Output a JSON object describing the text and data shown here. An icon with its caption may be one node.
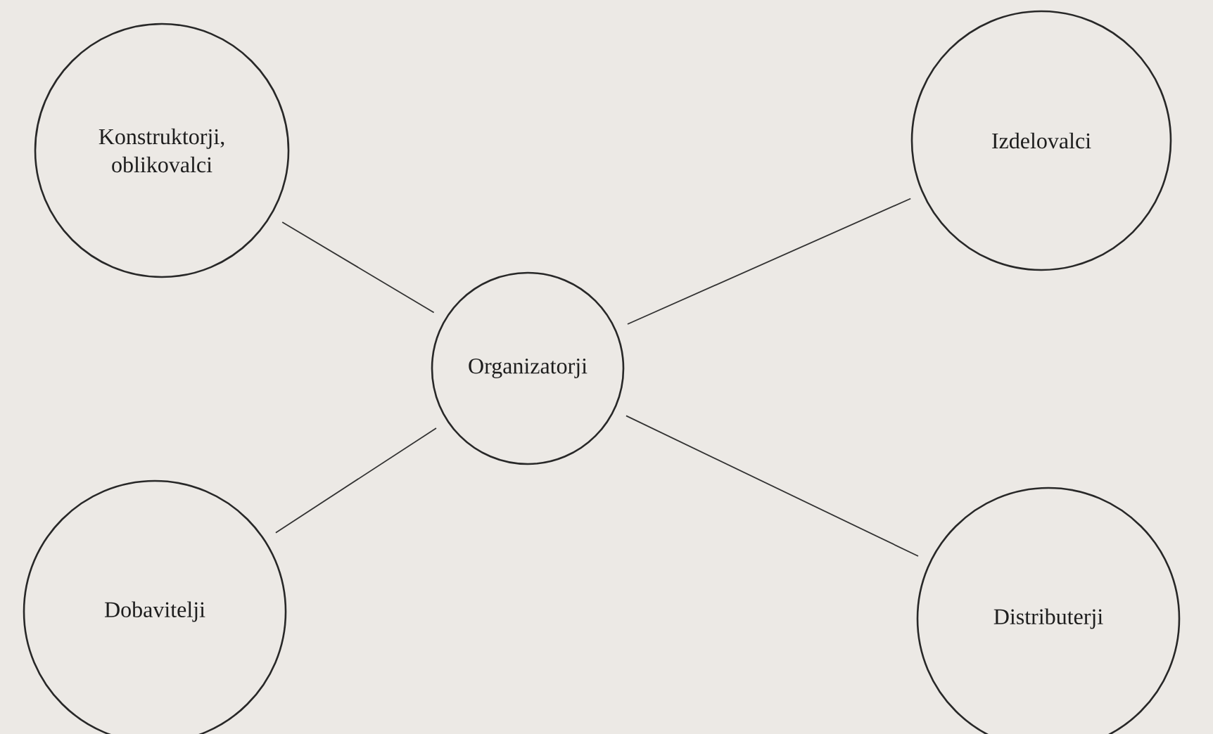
{
  "diagram": {
    "nodes": [
      {
        "text": [
          "Konstruktorji, oblikovalci"
        ]
      },
      {
        "text": [
          "Izdelovalci"
        ]
      },
      {
        "text": [
          "Organizatorji"
        ]
      },
      {
        "text": [
          "Dobavitelji"
        ]
      },
      {
        "text": [
          "Distributerji"
        ]
      }
    ],
    "edges": [
      {
        "from": 0,
        "to": 2,
        "arrow": "none"
      },
      {
        "from": 2,
        "to": 1,
        "arrow": "none"
      },
      {
        "from": 3,
        "to": 2,
        "arrow": "none"
      },
      {
        "from": 2,
        "to": 4,
        "arrow": "none"
      }
    ]
  }
}
